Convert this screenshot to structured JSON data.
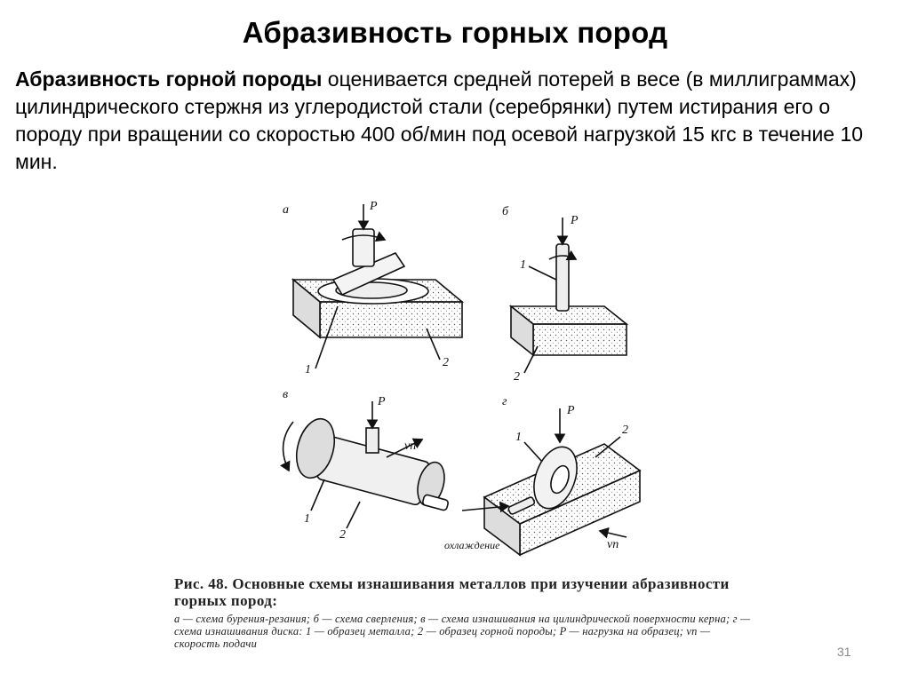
{
  "slide": {
    "title": "Абразивность горных пород",
    "intro_bold": "Абразивность горной породы",
    "intro_text": " оценивается средней потерей в весе (в миллиграммах) цилиндрического стержня из углеродистой стали (серебрянки) путем истирания его о породу при вращении со скоростью 400 об/мин под осевой нагрузкой 15 кгс в течение 10 мин.",
    "slide_number": "31"
  },
  "figure": {
    "panels": {
      "a": {
        "letter": "а",
        "force": "P",
        "labels": [
          "1",
          "2"
        ]
      },
      "b": {
        "letter": "б",
        "force": "P",
        "labels": [
          "1",
          "2"
        ]
      },
      "v": {
        "letter": "в",
        "force": "P",
        "velocity": "vп",
        "labels": [
          "1",
          "2"
        ]
      },
      "g": {
        "letter": "г",
        "force": "P",
        "velocity": "vп",
        "cooling": "охлаждение",
        "labels": [
          "1",
          "2"
        ]
      }
    }
  },
  "caption": {
    "title": "Рис. 48. Основные схемы изнашивания металлов при изучении абразивности горных пород:",
    "text": "а — схема бурения-резания; б — схема сверления; в — схема изнашивания на цилиндрической поверхности керна; г — схема изнашивания диска: 1 — образец металла; 2 — образец горной породы; P — нагрузка на образец; vп — скорость подачи"
  }
}
